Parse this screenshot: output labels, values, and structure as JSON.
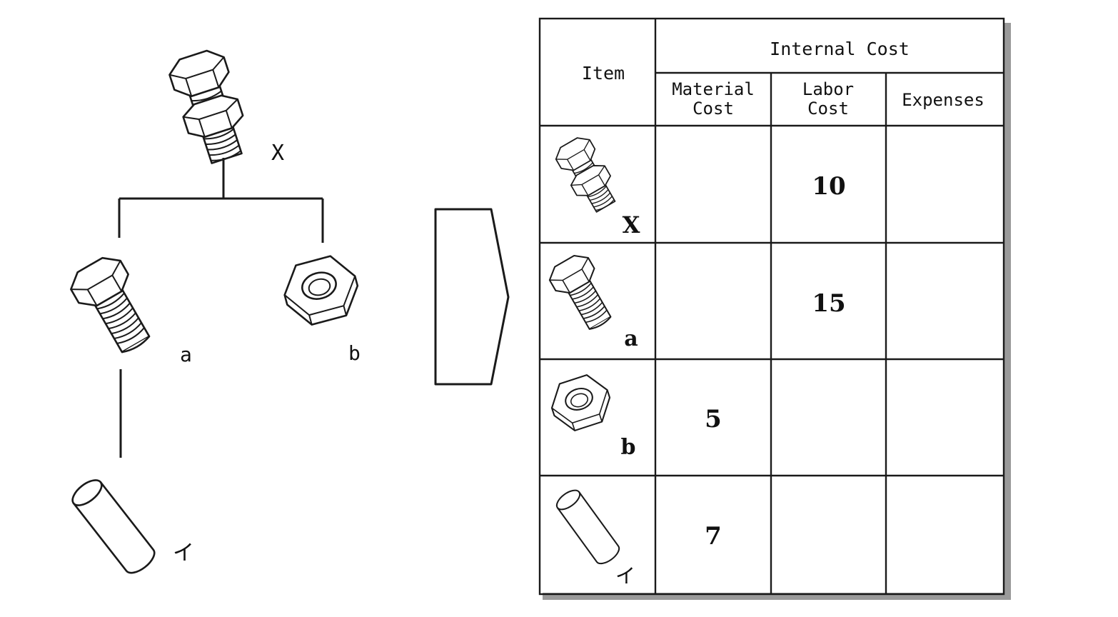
{
  "tree": {
    "root": {
      "label": "X",
      "icon": "bolt-with-nut-icon"
    },
    "children": [
      {
        "label": "a",
        "icon": "bolt-icon"
      },
      {
        "label": "b",
        "icon": "nut-icon"
      }
    ],
    "grandchild": {
      "label": "イ",
      "icon": "cylinder-rod-icon"
    }
  },
  "arrow": {
    "icon": "pentagon-arrow-icon"
  },
  "table": {
    "item_header": "Item",
    "group_header": "Internal Cost",
    "columns": [
      {
        "line1": "Material",
        "line2": "Cost"
      },
      {
        "line1": "Labor",
        "line2": "Cost"
      },
      {
        "line1": "Expenses",
        "line2": ""
      }
    ],
    "rows": [
      {
        "label": "X",
        "icon": "bolt-with-nut-icon",
        "values": [
          "",
          "10",
          ""
        ]
      },
      {
        "label": "a",
        "icon": "bolt-icon",
        "values": [
          "",
          "15",
          ""
        ]
      },
      {
        "label": "b",
        "icon": "nut-icon",
        "values": [
          "5",
          "",
          ""
        ]
      },
      {
        "label": "イ",
        "icon": "cylinder-rod-icon",
        "values": [
          "7",
          "",
          ""
        ]
      }
    ]
  }
}
